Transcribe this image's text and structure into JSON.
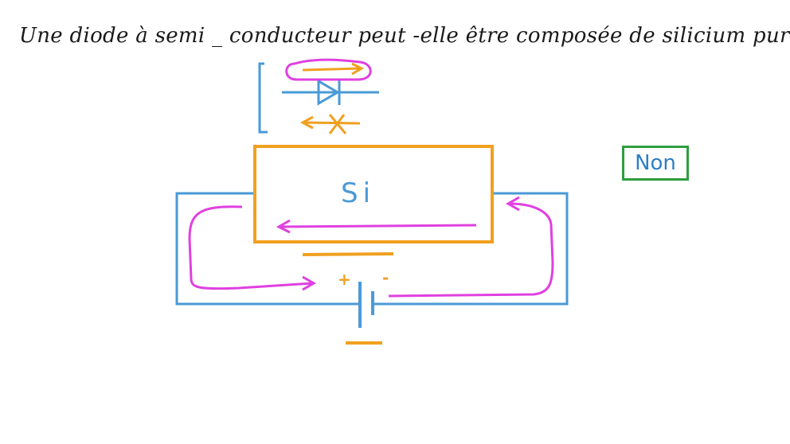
{
  "question": "Une diode à semi _ conducteur peut -elle être composée de silicium pur ?",
  "material_label": "Si",
  "battery": {
    "plus": "+",
    "minus": "-"
  },
  "answer": "Non",
  "colors": {
    "blue": "#4a9ad6",
    "orange": "#f0a020",
    "magenta": "#e040e0",
    "green": "#2e9e3e"
  }
}
